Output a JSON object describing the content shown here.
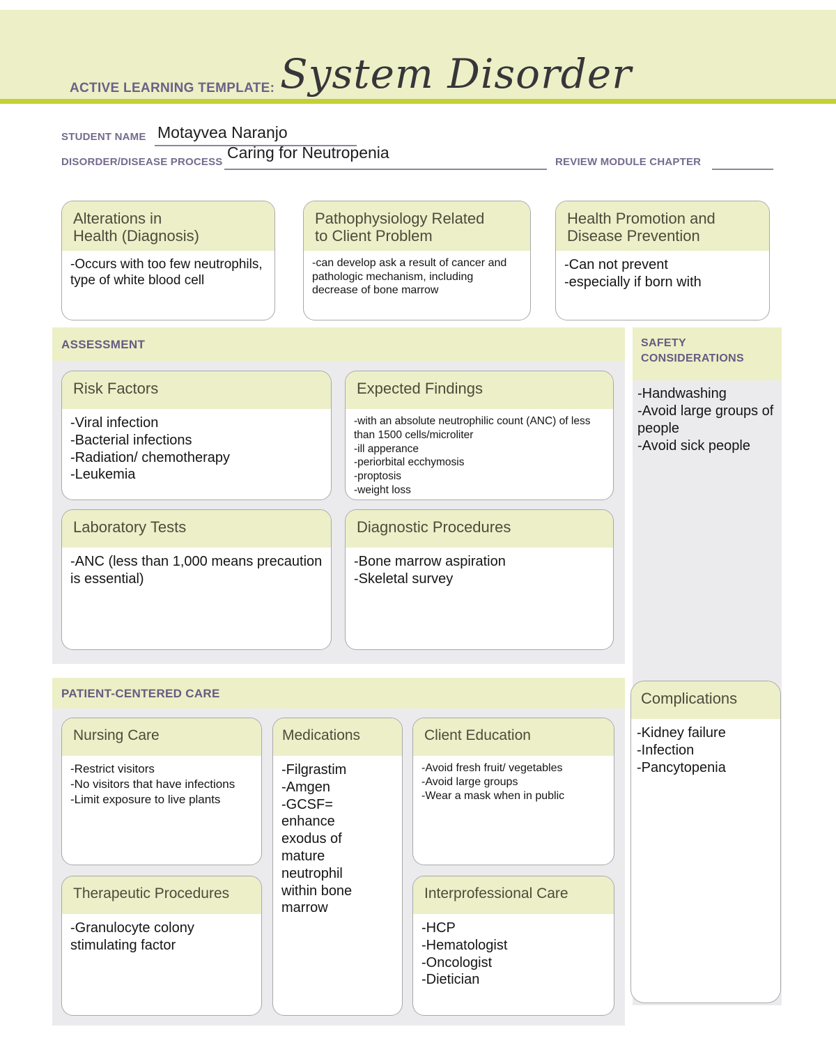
{
  "header": {
    "eyebrow": "ACTIVE LEARNING TEMPLATE:",
    "title": "System Disorder"
  },
  "meta": {
    "student_name": {
      "label": "STUDENT NAME",
      "value": "Motayvea Naranjo"
    },
    "disorder_process": {
      "label": "DISORDER/DISEASE PROCESS",
      "value": "Caring for Neutropenia"
    },
    "review_module_chapter": {
      "label": "REVIEW MODULE CHAPTER",
      "value": ""
    }
  },
  "sections": {
    "assessment": "ASSESSMENT",
    "safety": "SAFETY CONSIDERATIONS",
    "patient_centered_care": "PATIENT-CENTERED CARE"
  },
  "boxes": {
    "alterations": {
      "title": [
        "Alterations in",
        "Health (Diagnosis)"
      ],
      "items": [
        "-Occurs with too few neutrophils, type of white blood cell"
      ]
    },
    "pathophysiology": {
      "title": [
        "Pathophysiology Related",
        "to Client Problem"
      ],
      "items": [
        "-can develop ask a result of cancer and pathologic mechanism, including decrease of bone marrow"
      ]
    },
    "health_promotion": {
      "title": [
        "Health Promotion and",
        "Disease Prevention"
      ],
      "items": [
        "-Can not prevent",
        "-especially if born with"
      ]
    },
    "risk_factors": {
      "title": "Risk Factors",
      "items": [
        "-Viral infection",
        "-Bacterial infections",
        "-Radiation/ chemotherapy",
        "-Leukemia"
      ]
    },
    "expected_findings": {
      "title": "Expected Findings",
      "items": [
        "-with an absolute neutrophilic count (ANC) of less than 1500 cells/microliter",
        "-ill apperance",
        "-periorbital ecchymosis",
        "-proptosis",
        "-weight loss"
      ]
    },
    "laboratory_tests": {
      "title": "Laboratory Tests",
      "items": [
        "-ANC (less than 1,000 means precaution is essential)"
      ]
    },
    "diagnostic_procedures": {
      "title": "Diagnostic Procedures",
      "items": [
        "-Bone marrow aspiration",
        "-Skeletal survey"
      ]
    },
    "safety_considerations": {
      "items": [
        "-Handwashing",
        "-Avoid large groups of people",
        "-Avoid sick people"
      ]
    },
    "nursing_care": {
      "title": "Nursing Care",
      "items": [
        "-Restrict visitors",
        "-No visitors that have infections",
        "-Limit exposure to live plants"
      ]
    },
    "medications": {
      "title": "Medications",
      "items": [
        "-Filgrastim",
        "-Amgen",
        "-GCSF= enhance exodus of mature neutrophil within bone marrow"
      ]
    },
    "client_education": {
      "title": "Client Education",
      "items": [
        "-Avoid fresh fruit/ vegetables",
        "-Avoid large groups",
        "-Wear a mask when in public"
      ]
    },
    "therapeutic_procedures": {
      "title": "Therapeutic Procedures",
      "items": [
        "-Granulocyte colony stimulating factor"
      ]
    },
    "interprofessional_care": {
      "title": "Interprofessional Care",
      "items": [
        "-HCP",
        "-Hematologist",
        "-Oncologist",
        "-Dietician"
      ]
    },
    "complications": {
      "title": "Complications",
      "items": [
        "-Kidney failure",
        "-Infection",
        "-Pancytopenia"
      ]
    }
  },
  "colors": {
    "band_yellow": "#edefc6",
    "box_header_yellow": "#edefc8",
    "accent_line_green": "#c4d135",
    "label_purple": "#655b83",
    "section_gray": "#ebebee"
  }
}
